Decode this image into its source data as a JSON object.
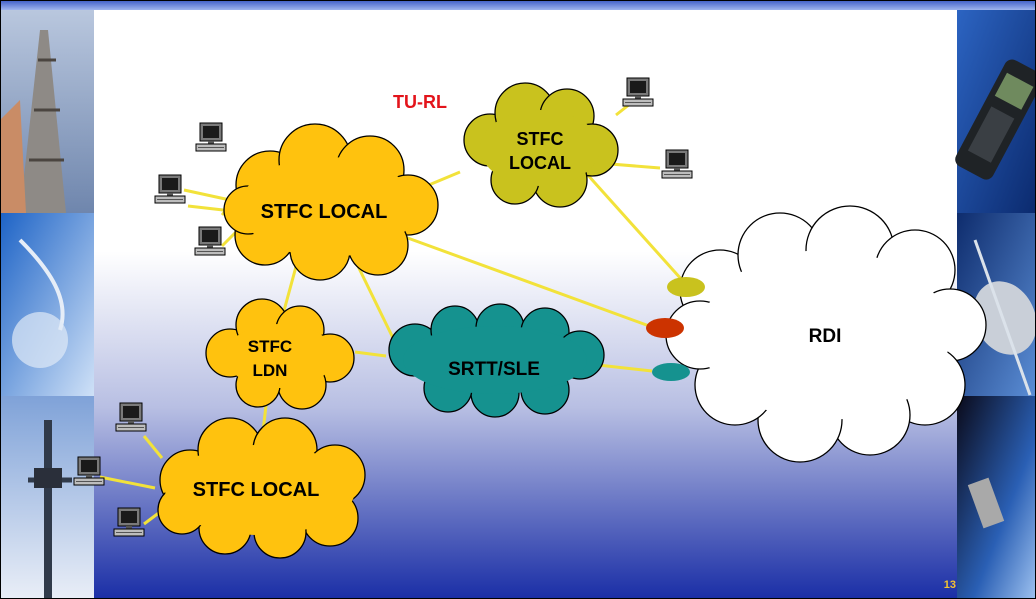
{
  "diagram": {
    "label_tu_rl": "TU-RL",
    "nodes": {
      "stfc_local_top": {
        "line1": "STFC",
        "line2": "LOCAL"
      },
      "stfc_local_main": "STFC LOCAL",
      "stfc_ldn": {
        "line1": "STFC",
        "line2": "LDN"
      },
      "srtt_sle": "SRTT/SLE",
      "stfc_local_bottom": "STFC LOCAL",
      "rdi": "RDI"
    }
  },
  "slide_number": "13",
  "colors": {
    "cloud_yellow": "#ffc20e",
    "cloud_olive": "#c9c21e",
    "cloud_teal": "#15928f",
    "link_line": "#f2e23a",
    "label_red": "#e3141b",
    "port_yellow": "#c9c21e",
    "port_red": "#cc3300",
    "port_teal": "#15928f"
  },
  "icons": [
    "computer-terminal-icon"
  ]
}
